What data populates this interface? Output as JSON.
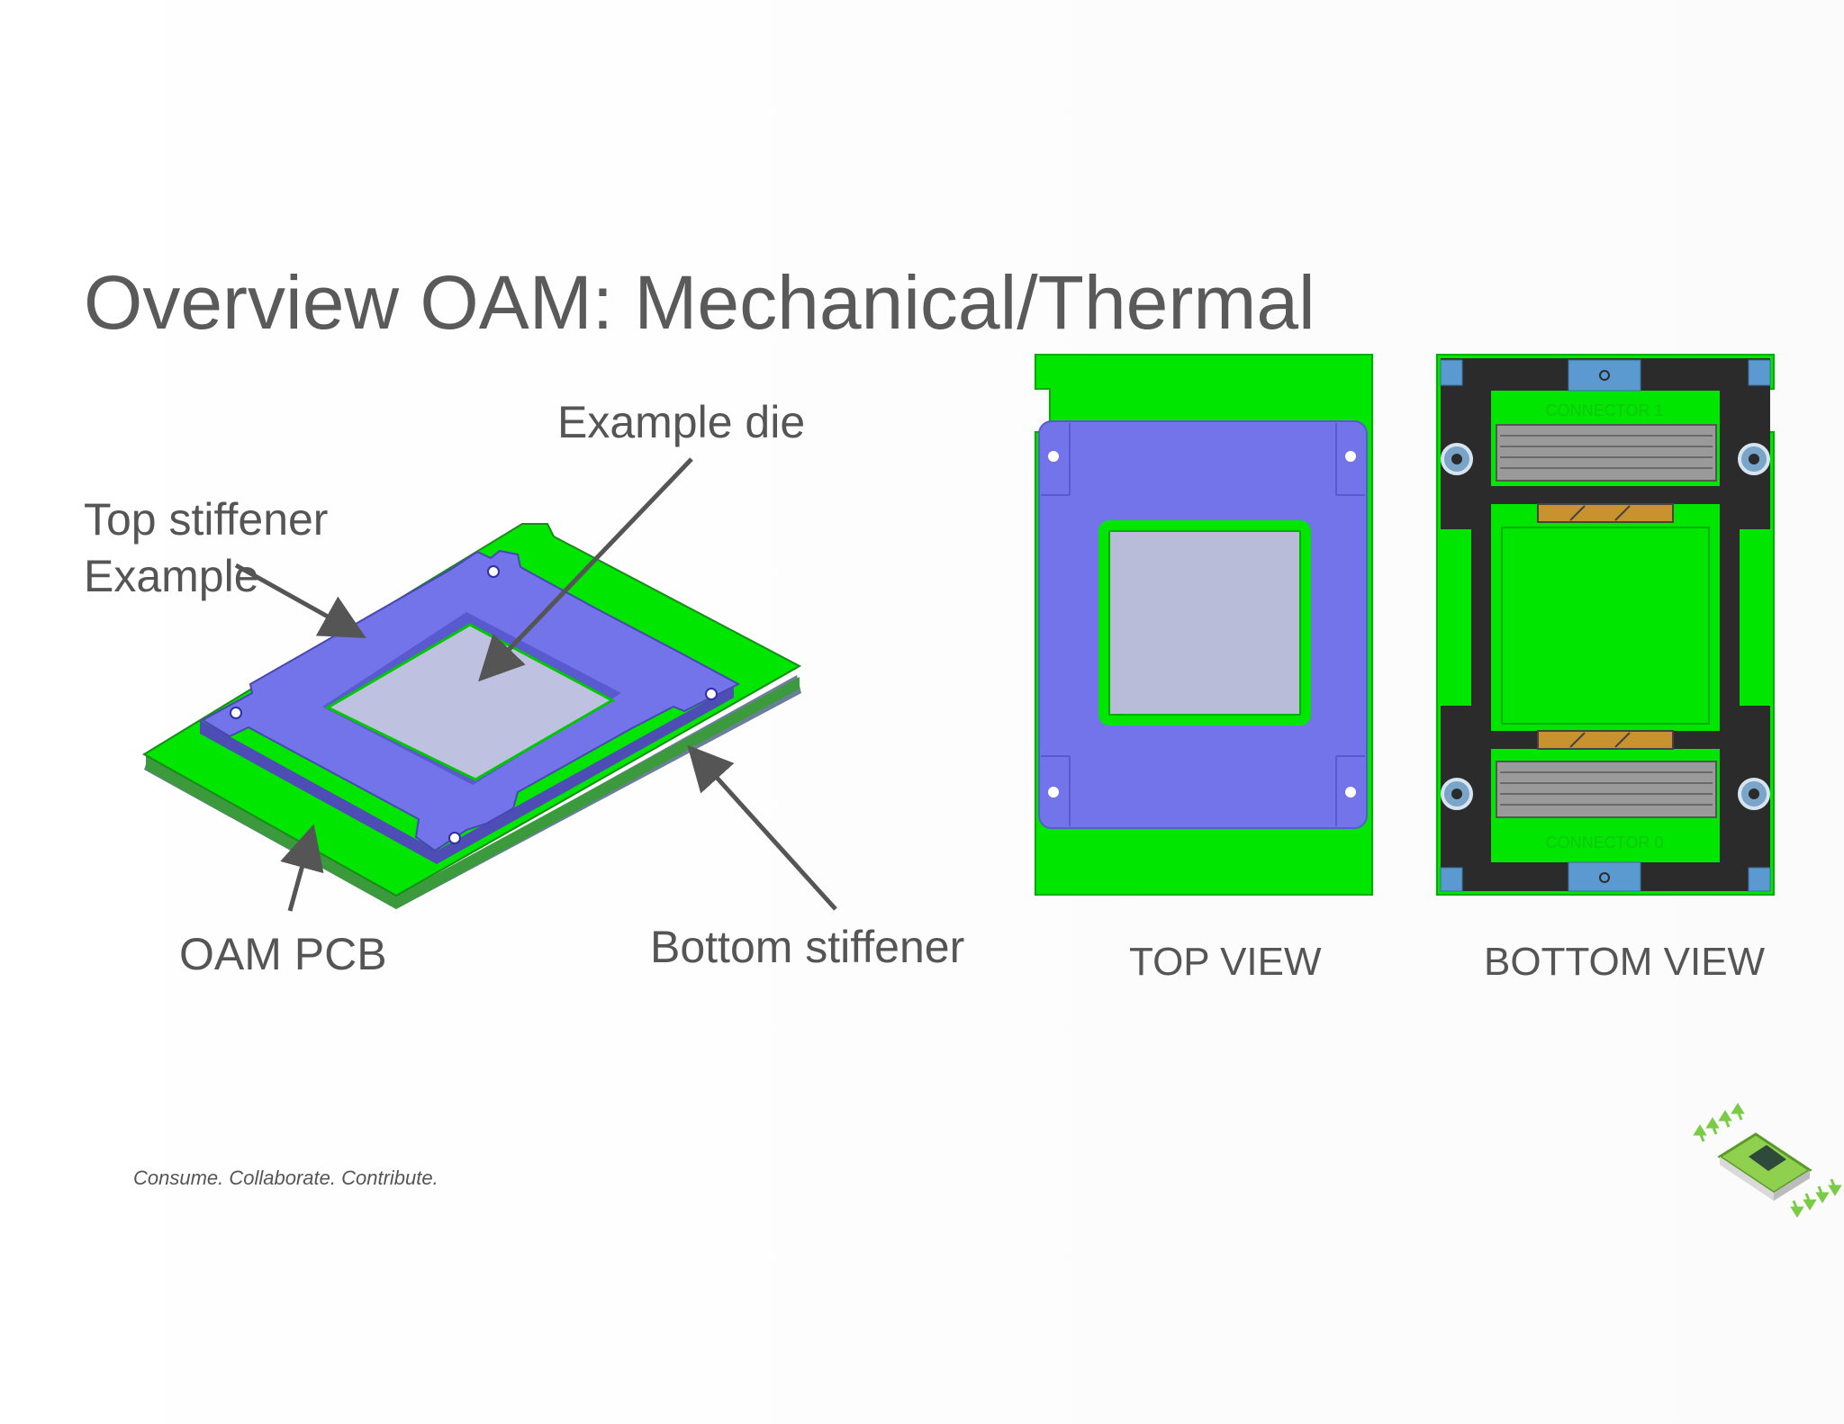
{
  "title": "Overview OAM: Mechanical/Thermal",
  "labels": {
    "example_die": "Example die",
    "top_stiffener_line1": "Top stiffener",
    "top_stiffener_line2": "Example",
    "oam_pcb": "OAM PCB",
    "bottom_stiffener": "Bottom stiffener"
  },
  "views": {
    "top_view": "TOP VIEW",
    "bottom_view": "BOTTOM VIEW"
  },
  "connectors": {
    "connector_1": "CONNECTOR 1",
    "connector_0": "CONNECTOR 0"
  },
  "tagline": "Consume. Collaborate. Contribute.",
  "colors": {
    "pcb_green": "#00e600",
    "stiffener_purple": "#7575e8",
    "die_gray": "#b9bcd9",
    "dark_frame": "#2b2b2b",
    "text_gray": "#555555"
  },
  "icons": {
    "logo": "oam-chip-logo-icon"
  }
}
